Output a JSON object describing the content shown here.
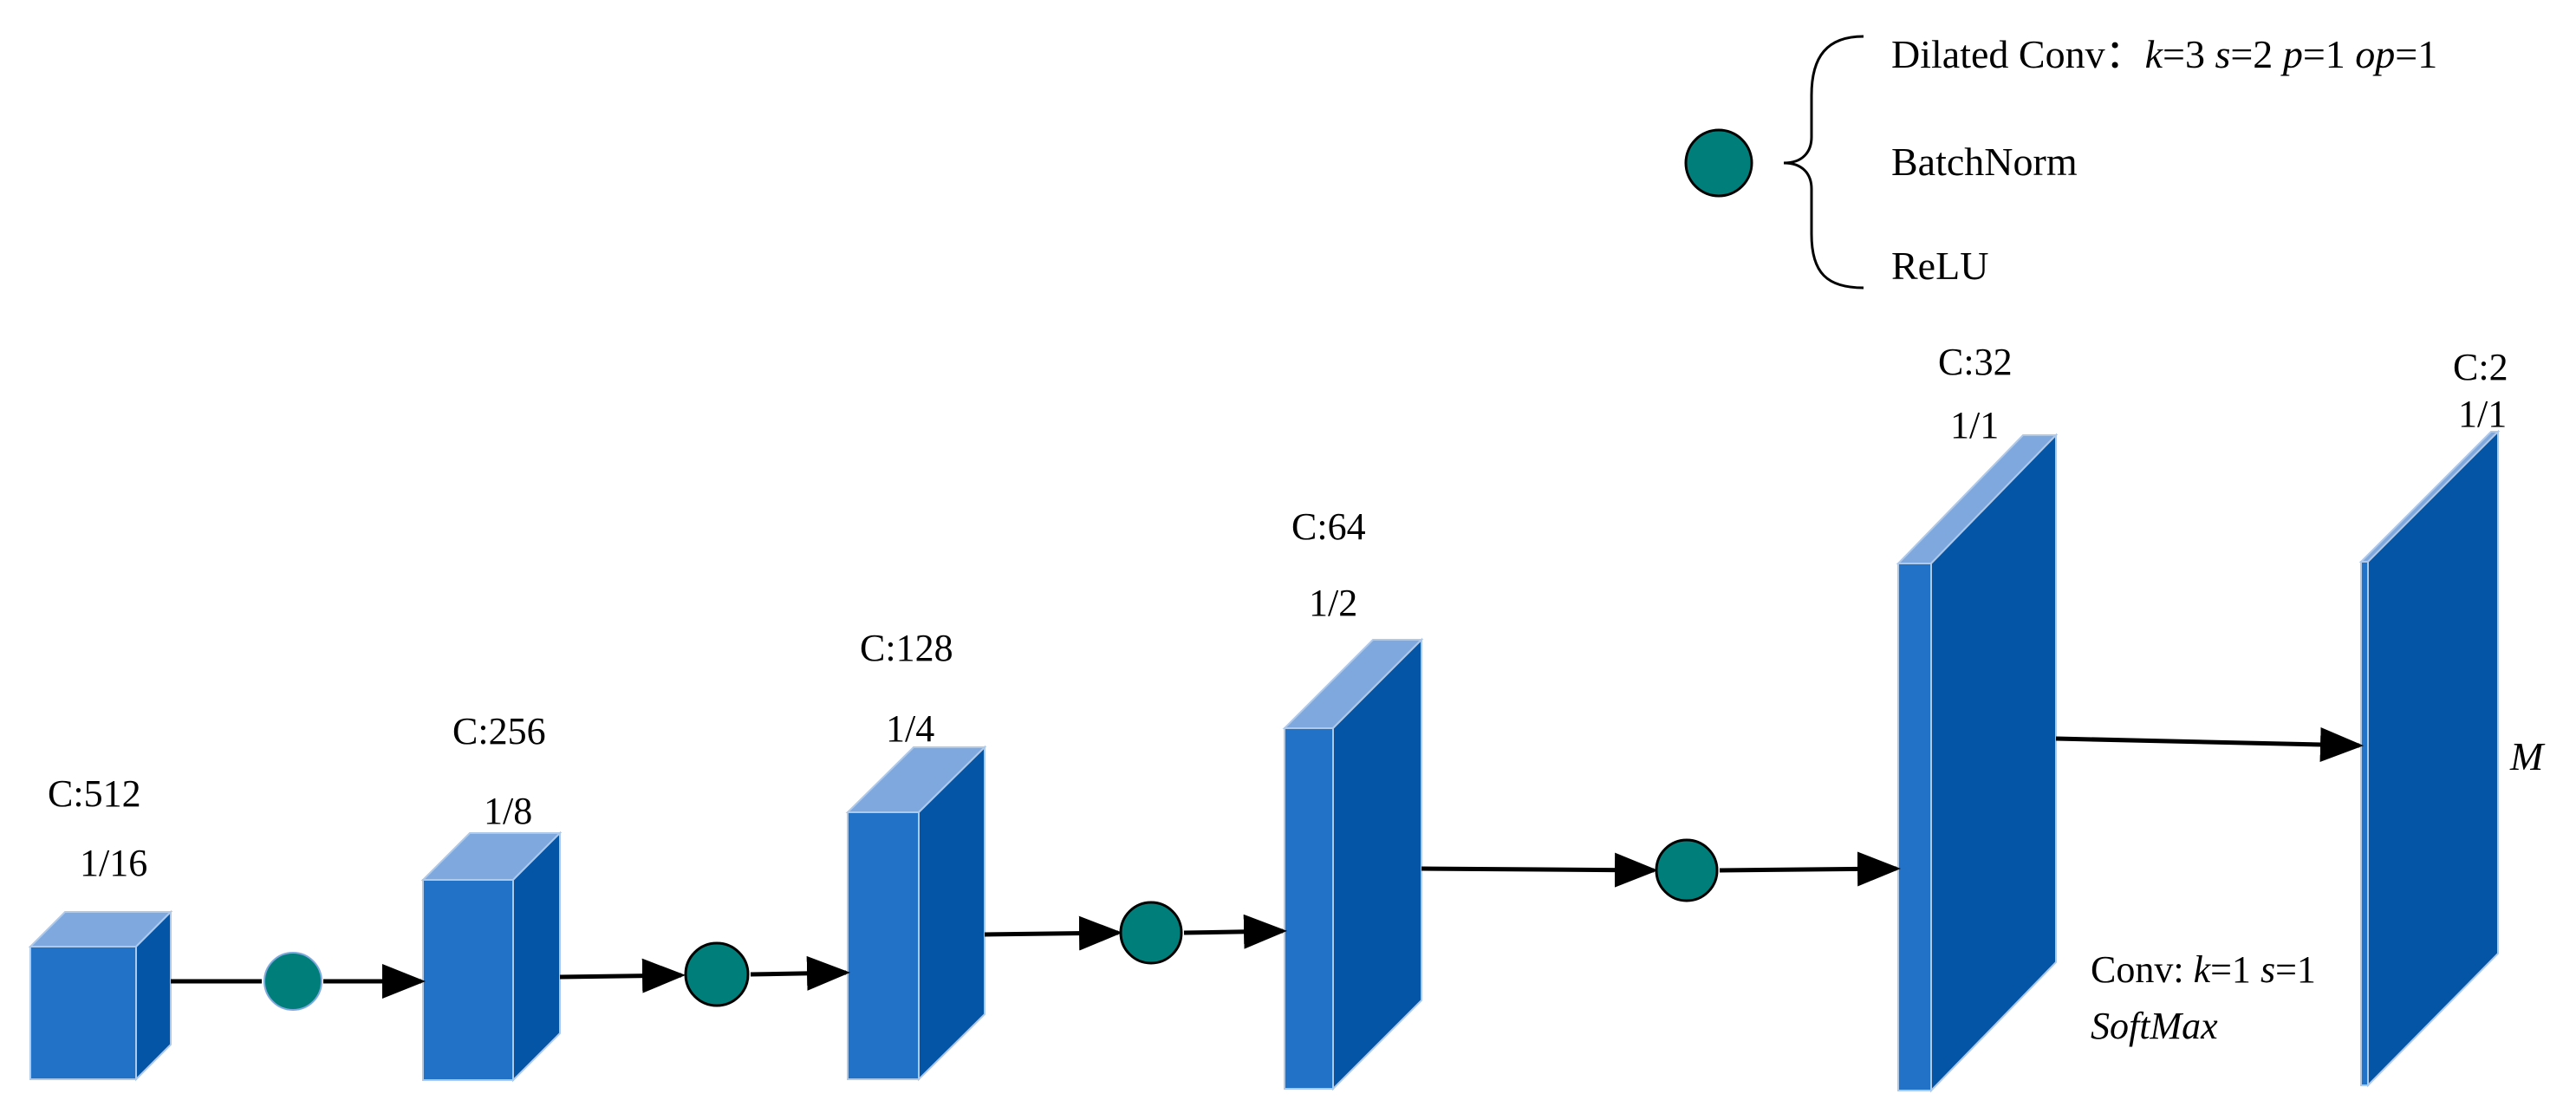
{
  "legend": {
    "line1_name": "Dilated Conv：",
    "line1_k": "k",
    "line1_k_val": "=3 ",
    "line1_s": "s",
    "line1_s_val": "=2 ",
    "line1_p": "p",
    "line1_p_val": "=1 ",
    "line1_op": "op",
    "line1_op_val": "=1",
    "line2": "BatchNorm",
    "line3": "ReLU"
  },
  "blocks": [
    {
      "channels": "C:512",
      "scale": "1/16"
    },
    {
      "channels": "C:256",
      "scale": "1/8"
    },
    {
      "channels": "C:128",
      "scale": "1/4"
    },
    {
      "channels": "C:64",
      "scale": "1/2"
    },
    {
      "channels": "C:32",
      "scale": "1/1"
    },
    {
      "channels": "C:2",
      "scale": "1/1"
    }
  ],
  "final_conv": {
    "prefix": "Conv: ",
    "k": "k",
    "k_val": "=1 ",
    "s": "s",
    "s_val": "=1",
    "softmax": "SoftMax"
  },
  "output_label": "M",
  "colors": {
    "front": "#2272C8",
    "side": "#0555A6",
    "top": "#7FA9DE",
    "op_circle": "#007E7A",
    "arrow": "#000000"
  }
}
